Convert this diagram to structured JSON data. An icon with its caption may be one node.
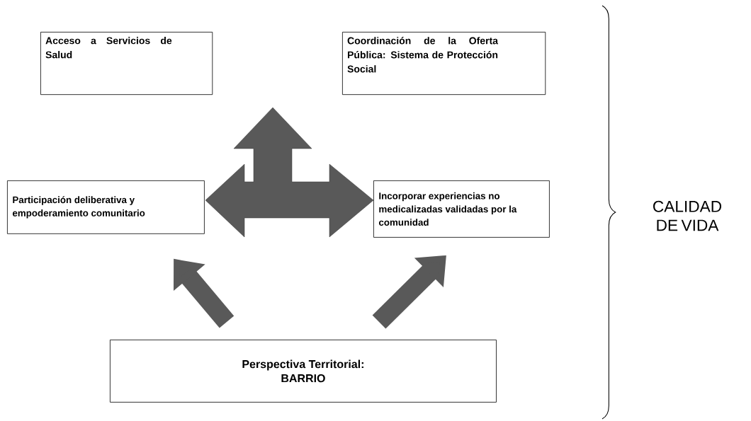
{
  "diagram": {
    "nodes": [
      {
        "text": [
          "Acceso a Servicios de Salud"
        ]
      },
      {
        "text": [
          "Coordinación de la Oferta Pública: Sistema de Protección Social"
        ]
      },
      {
        "text": [
          "Participación deliberativa y empoderamiento comunitario"
        ]
      },
      {
        "text": [
          "Incorporar experiencias no medicalizadas validadas por la comunidad"
        ]
      },
      {
        "text": [
          "Perspectiva Territorial: BARRIO"
        ]
      }
    ],
    "edges": [
      {
        "from": 4,
        "to": 2,
        "arrow": "to"
      },
      {
        "from": 4,
        "to": 3,
        "arrow": "to"
      }
    ],
    "labels": [
      "CALIDAD DE VIDA"
    ]
  }
}
